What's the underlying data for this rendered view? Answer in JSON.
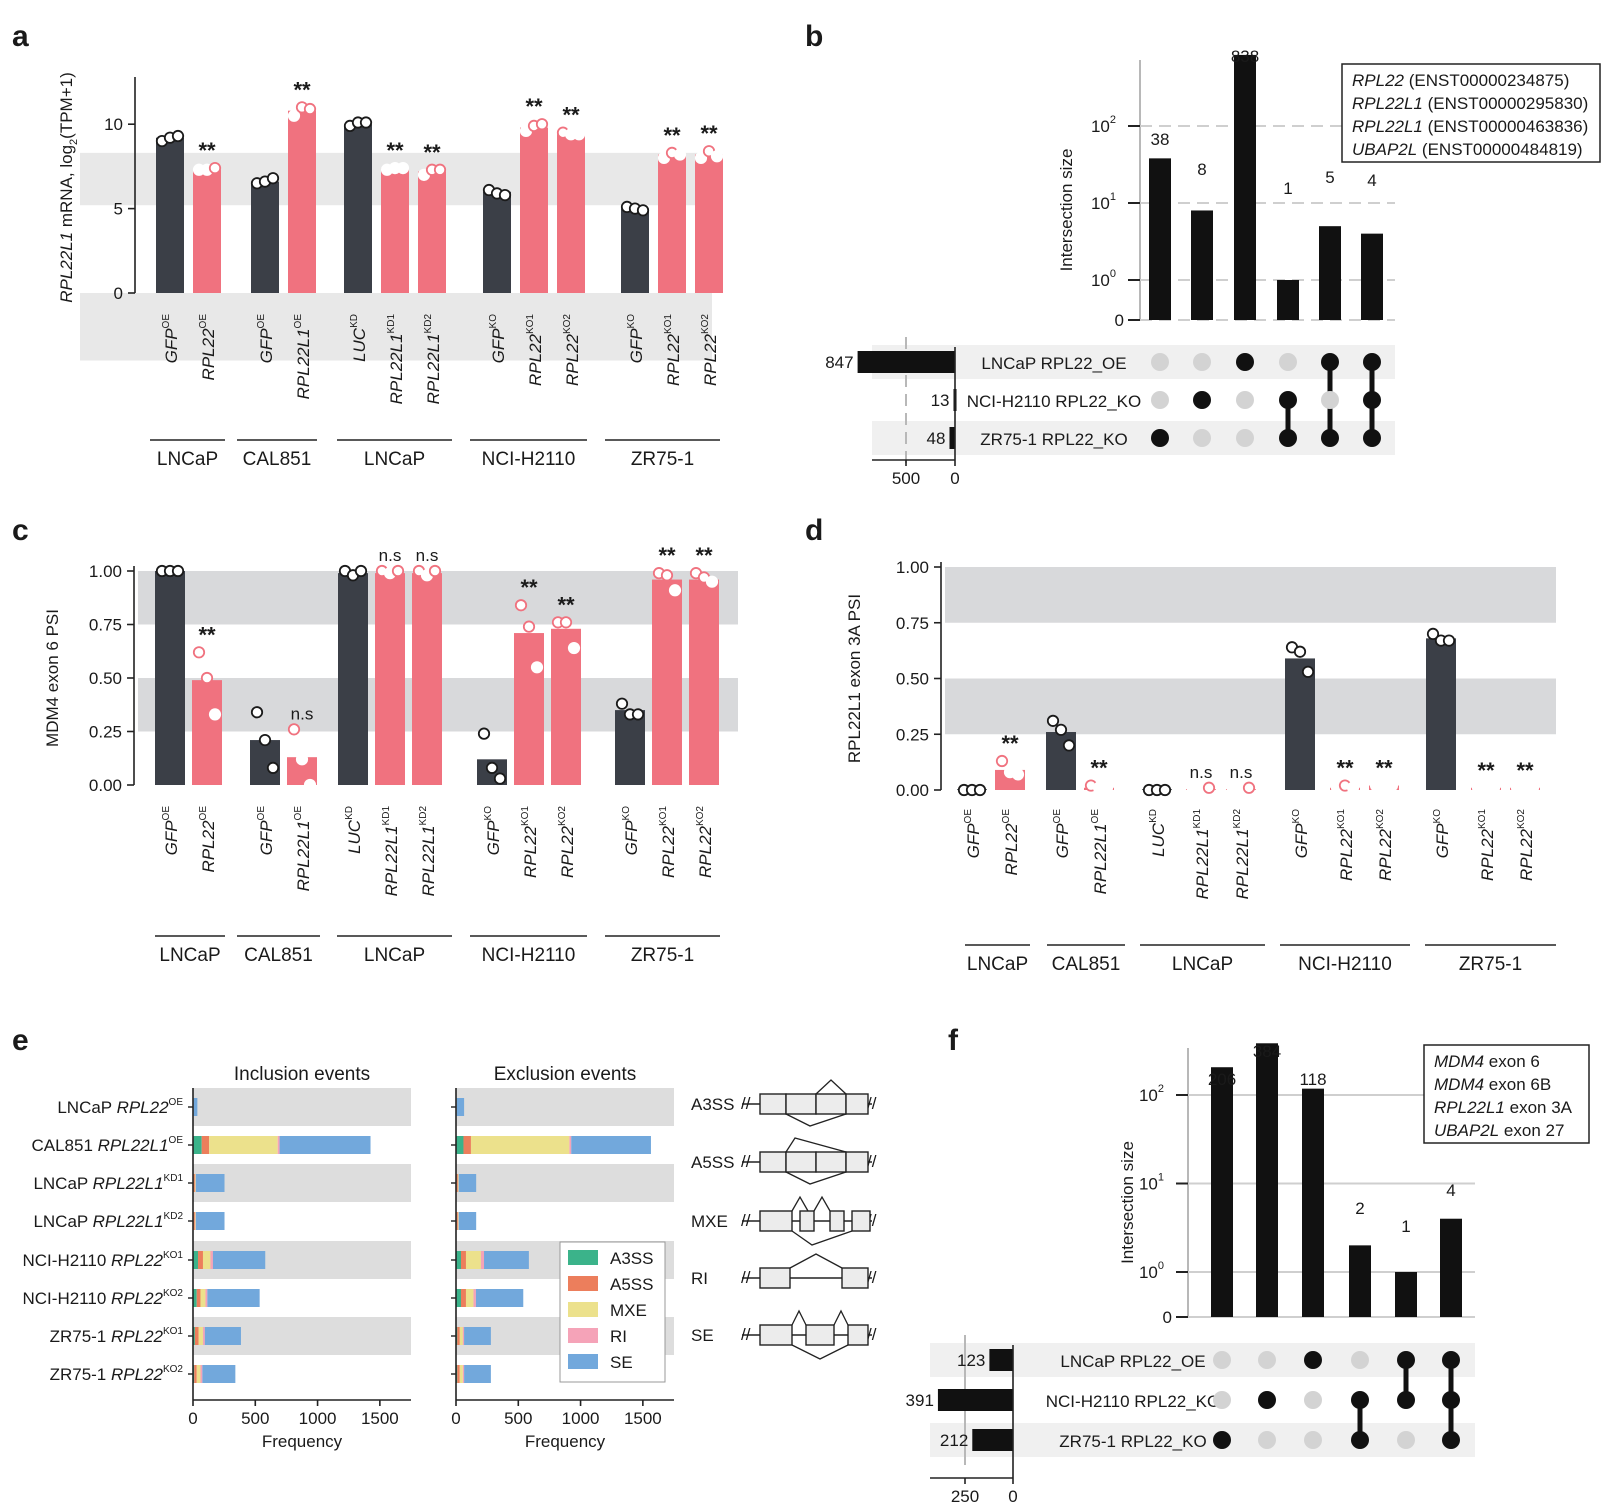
{
  "colors": {
    "dark": "#3b3f47",
    "pink": "#f0727f",
    "band": "#e8e8e8",
    "band2": "#d8d9db",
    "black": "#111111",
    "dotgray": "#d3d3d3",
    "A3SS": "#3bb38a",
    "A5SS": "#ec7e5c",
    "MXE": "#ece18c",
    "RI": "#f5a3b8",
    "SE": "#72a8dc"
  },
  "panels": {
    "a": "a",
    "b": "b",
    "c": "c",
    "d": "d",
    "e": "e",
    "f": "f"
  },
  "groups": [
    "LNCaP",
    "CAL851",
    "LNCaP",
    "NCI-H2110",
    "ZR75-1"
  ],
  "conditions": [
    {
      "gene": "GFP",
      "sup": "OE"
    },
    {
      "gene": "RPL22",
      "sup": "OE"
    },
    {
      "gene": "GFP",
      "sup": "OE"
    },
    {
      "gene": "RPL22L1",
      "sup": "OE"
    },
    {
      "gene": "LUC",
      "sup": "KD"
    },
    {
      "gene": "RPL22L1",
      "sup": "KD1"
    },
    {
      "gene": "RPL22L1",
      "sup": "KD2"
    },
    {
      "gene": "GFP",
      "sup": "KO"
    },
    {
      "gene": "RPL22",
      "sup": "KO1"
    },
    {
      "gene": "RPL22",
      "sup": "KO2"
    },
    {
      "gene": "GFP",
      "sup": "KO"
    },
    {
      "gene": "RPL22",
      "sup": "KO1"
    },
    {
      "gene": "RPL22",
      "sup": "KO2"
    }
  ],
  "chart_data": [
    {
      "panel": "a",
      "type": "bar",
      "ylabel": {
        "gene": "RPL22L1",
        "rest": " mRNA, log",
        "sub": "2",
        "tail": "(TPM+1)"
      },
      "yticks": [
        0,
        5,
        10
      ],
      "ylim": [
        0,
        12.5
      ],
      "values": [
        9.2,
        7.3,
        6.6,
        10.8,
        10.0,
        7.4,
        7.2,
        6.0,
        9.8,
        9.4,
        5.0,
        8.2,
        8.2
      ],
      "points": [
        [
          9.0,
          9.2,
          9.3
        ],
        [
          7.3,
          7.3,
          7.4
        ],
        [
          6.5,
          6.6,
          6.8
        ],
        [
          10.5,
          11.0,
          10.9
        ],
        [
          9.9,
          10.1,
          10.1
        ],
        [
          7.3,
          7.4,
          7.4
        ],
        [
          7.0,
          7.3,
          7.3
        ],
        [
          6.1,
          5.9,
          5.8
        ],
        [
          9.6,
          9.9,
          10.0
        ],
        [
          9.5,
          9.4,
          9.4
        ],
        [
          5.1,
          5.0,
          4.9
        ],
        [
          8.0,
          8.3,
          8.2
        ],
        [
          8.0,
          8.4,
          8.1
        ]
      ],
      "annotations": [
        "",
        "**",
        "",
        "**",
        "",
        "**",
        "**",
        "",
        "**",
        "**",
        "",
        "**",
        "**"
      ]
    },
    {
      "panel": "b",
      "type": "bar",
      "title": "UpSet",
      "ylabel": "Intersection size",
      "yticks": [
        {
          "label": "0",
          "v": 0
        },
        {
          "label": "10",
          "exp": "0",
          "v": 1
        },
        {
          "label": "10",
          "exp": "1",
          "v": 10
        },
        {
          "label": "10",
          "exp": "2",
          "v": 100
        }
      ],
      "values": [
        38,
        8,
        838,
        1,
        5,
        4
      ],
      "sets": [
        "LNCaP RPL22_OE",
        "NCI-H2110 RPL22_KO",
        "ZR75-1 RPL22_KO"
      ],
      "set_sizes": [
        847,
        13,
        48
      ],
      "set_axis_ticks": [
        "500",
        "0"
      ],
      "membership": [
        [
          2
        ],
        [
          1
        ],
        [
          0
        ],
        [
          1,
          2
        ],
        [
          0,
          2
        ],
        [
          0,
          1,
          2
        ]
      ],
      "legend": [
        {
          "gene": "RPL22",
          "id": " (ENST00000234875)"
        },
        {
          "gene": "RPL22L1",
          "id": " (ENST00000295830)"
        },
        {
          "gene": "RPL22L1",
          "id": " (ENST00000463836)"
        },
        {
          "gene": "UBAP2L",
          "id": " (ENST00000484819)"
        }
      ]
    },
    {
      "panel": "c",
      "type": "bar",
      "ylabel": "MDM4 exon 6 PSI",
      "yticks": [
        "0.00",
        "0.25",
        "0.50",
        "0.75",
        "1.00"
      ],
      "ylim": [
        0,
        1.0
      ],
      "values": [
        1.0,
        0.49,
        0.21,
        0.13,
        0.99,
        0.99,
        0.99,
        0.12,
        0.71,
        0.73,
        0.35,
        0.96,
        0.96
      ],
      "points": [
        [
          1.0,
          1.0,
          1.0
        ],
        [
          0.62,
          0.5,
          0.33
        ],
        [
          0.34,
          0.21,
          0.08
        ],
        [
          0.26,
          0.12,
          0.0
        ],
        [
          1.0,
          0.98,
          1.0
        ],
        [
          1.0,
          0.99,
          1.0
        ],
        [
          1.0,
          0.98,
          1.0
        ],
        [
          0.24,
          0.08,
          0.03
        ],
        [
          0.84,
          0.74,
          0.55
        ],
        [
          0.76,
          0.76,
          0.64
        ],
        [
          0.38,
          0.33,
          0.33
        ],
        [
          0.99,
          0.98,
          0.91
        ],
        [
          0.99,
          0.97,
          0.95
        ]
      ],
      "annotations": [
        "",
        "**",
        "",
        "n.s",
        "",
        "n.s",
        "n.s",
        "",
        "**",
        "**",
        "",
        "**",
        "**"
      ]
    },
    {
      "panel": "d",
      "type": "bar",
      "ylabel": "RPL22L1 exon 3A PSI",
      "yticks": [
        "0.00",
        "0.25",
        "0.50",
        "0.75",
        "1.00"
      ],
      "ylim": [
        0,
        1.0
      ],
      "values": [
        0.0,
        0.09,
        0.26,
        0.01,
        0.0,
        0.0,
        0.0,
        0.59,
        0.01,
        0.02,
        0.68,
        0.01,
        0.01
      ],
      "points": [
        [
          0.0,
          0.0,
          0.0
        ],
        [
          0.13,
          0.08,
          0.07
        ],
        [
          0.31,
          0.27,
          0.2
        ],
        [
          0.02,
          0.01,
          0.01
        ],
        [
          0.0,
          0.0,
          0.0
        ],
        [
          0.0,
          0.0,
          0.01
        ],
        [
          0.0,
          0.0,
          0.01
        ],
        [
          0.64,
          0.62,
          0.53
        ],
        [
          0.01,
          0.02,
          0.01
        ],
        [
          0.02,
          0.02,
          0.02
        ],
        [
          0.7,
          0.67,
          0.67
        ],
        [
          0.01,
          0.01,
          0.01
        ],
        [
          0.01,
          0.01,
          0.01
        ]
      ],
      "annotations": [
        "",
        "**",
        "",
        "**",
        "",
        "n.s",
        "n.s",
        "",
        "**",
        "**",
        "",
        "**",
        "**"
      ]
    },
    {
      "panel": "e",
      "type": "bar",
      "subtitles": [
        "Inclusion events",
        "Exclusion events"
      ],
      "xlabel": "Frequency",
      "xticks": [
        "0",
        "500",
        "1000",
        "1500"
      ],
      "xlim": [
        0,
        1750
      ],
      "rows": [
        {
          "cell": "LNCaP ",
          "gene": "RPL22",
          "sup": "OE"
        },
        {
          "cell": "CAL851 ",
          "gene": "RPL22L1",
          "sup": "OE"
        },
        {
          "cell": "LNCaP ",
          "gene": "RPL22L1",
          "sup": "KD1"
        },
        {
          "cell": "LNCaP ",
          "gene": "RPL22L1",
          "sup": "KD2"
        },
        {
          "cell": "NCI-H2110 ",
          "gene": "RPL22",
          "sup": "KO1"
        },
        {
          "cell": "NCI-H2110 ",
          "gene": "RPL22",
          "sup": "KO2"
        },
        {
          "cell": "ZR75-1 ",
          "gene": "RPL22",
          "sup": "KO1"
        },
        {
          "cell": "ZR75-1 ",
          "gene": "RPL22",
          "sup": "KO2"
        }
      ],
      "categories": [
        "A3SS",
        "A5SS",
        "MXE",
        "RI",
        "SE"
      ],
      "inclusion": [
        [
          0,
          2,
          3,
          0,
          30
        ],
        [
          70,
          60,
          550,
          15,
          730
        ],
        [
          5,
          10,
          5,
          3,
          230
        ],
        [
          5,
          10,
          5,
          3,
          230
        ],
        [
          40,
          40,
          60,
          20,
          420
        ],
        [
          30,
          30,
          40,
          15,
          420
        ],
        [
          15,
          30,
          35,
          15,
          290
        ],
        [
          10,
          20,
          30,
          15,
          265
        ]
      ],
      "exclusion": [
        [
          0,
          2,
          3,
          0,
          60
        ],
        [
          60,
          60,
          790,
          15,
          640
        ],
        [
          5,
          10,
          5,
          2,
          140
        ],
        [
          5,
          10,
          5,
          2,
          140
        ],
        [
          40,
          40,
          120,
          25,
          360
        ],
        [
          40,
          40,
          60,
          20,
          380
        ],
        [
          10,
          20,
          25,
          10,
          215
        ],
        [
          10,
          20,
          25,
          10,
          215
        ]
      ],
      "event_types": [
        "A3SS",
        "A5SS",
        "MXE",
        "RI",
        "SE"
      ]
    },
    {
      "panel": "f",
      "type": "bar",
      "title": "UpSet",
      "ylabel": "Intersection size",
      "yticks": [
        {
          "label": "0",
          "v": 0
        },
        {
          "label": "10",
          "exp": "0",
          "v": 1
        },
        {
          "label": "10",
          "exp": "1",
          "v": 10
        },
        {
          "label": "10",
          "exp": "2",
          "v": 100
        }
      ],
      "values": [
        206,
        384,
        118,
        2,
        1,
        4
      ],
      "sets": [
        "LNCaP RPL22_OE",
        "NCI-H2110 RPL22_KO",
        "ZR75-1 RPL22_KO"
      ],
      "set_sizes": [
        123,
        391,
        212
      ],
      "set_axis_ticks": [
        "250",
        "0"
      ],
      "membership": [
        [
          2
        ],
        [
          1
        ],
        [
          0
        ],
        [
          1,
          2
        ],
        [
          0,
          1
        ],
        [
          0,
          1,
          2
        ]
      ],
      "legend": [
        {
          "gene": "MDM4",
          "id": " exon 6"
        },
        {
          "gene": "MDM4",
          "id": " exon 6B"
        },
        {
          "gene": "RPL22L1",
          "id": " exon 3A"
        },
        {
          "gene": "UBAP2L",
          "id": " exon 27"
        }
      ]
    }
  ]
}
